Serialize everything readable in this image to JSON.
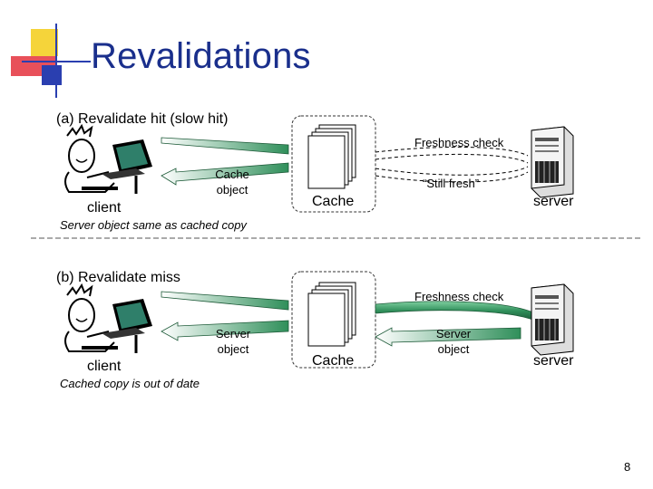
{
  "slide": {
    "title": "Revalidations",
    "page_number": "8"
  },
  "section_a": {
    "heading": "(a) Revalidate hit (slow hit)",
    "client_label": "client",
    "cache_label": "Cache",
    "server_label": "server",
    "freshness_check": "Freshness check",
    "still_fresh": "“Still fresh”",
    "response_label_line1": "Cache",
    "response_label_line2": "object",
    "note": "Server object same as cached copy"
  },
  "section_b": {
    "heading": "(b) Revalidate miss",
    "client_label": "client",
    "cache_label": "Cache",
    "server_label": "server",
    "freshness_check": "Freshness check",
    "server_object_line1": "Server",
    "server_object_line2": "object",
    "response_label_line1": "Server",
    "response_label_line2": "object",
    "note": "Cached copy is out of date"
  },
  "colors": {
    "title_blue": "#1a2f8c",
    "arrow_green": "#2f8f5a",
    "logo_yellow": "#f5d43a",
    "logo_red": "#e8505a",
    "logo_blue": "#2a3fb0"
  }
}
